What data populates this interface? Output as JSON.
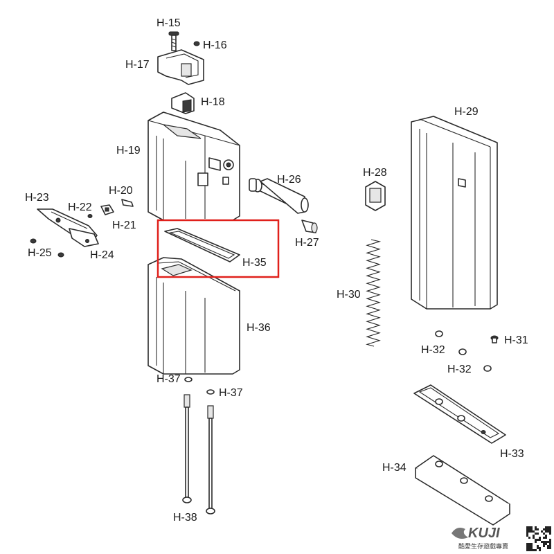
{
  "labels": {
    "h15": "H-15",
    "h16": "H-16",
    "h17": "H-17",
    "h18": "H-18",
    "h19": "H-19",
    "h20": "H-20",
    "h21": "H-21",
    "h22": "H-22",
    "h23": "H-23",
    "h24": "H-24",
    "h25": "H-25",
    "h26": "H-26",
    "h27": "H-27",
    "h28": "H-28",
    "h29": "H-29",
    "h30": "H-30",
    "h31": "H-31",
    "h32a": "H-32",
    "h32b": "H-32",
    "h33": "H-33",
    "h34": "H-34",
    "h35": "H-35",
    "h36": "H-36",
    "h37a": "H-37",
    "h37b": "H-37",
    "h38": "H-38"
  },
  "highlight": {
    "part": "H-35",
    "color": "#e0201b"
  },
  "brand": {
    "logo": "KUJI",
    "tagline": "酷愛生存遊戲專賣"
  },
  "colors": {
    "line": "#2a2a2a",
    "highlight": "#e0201b"
  }
}
